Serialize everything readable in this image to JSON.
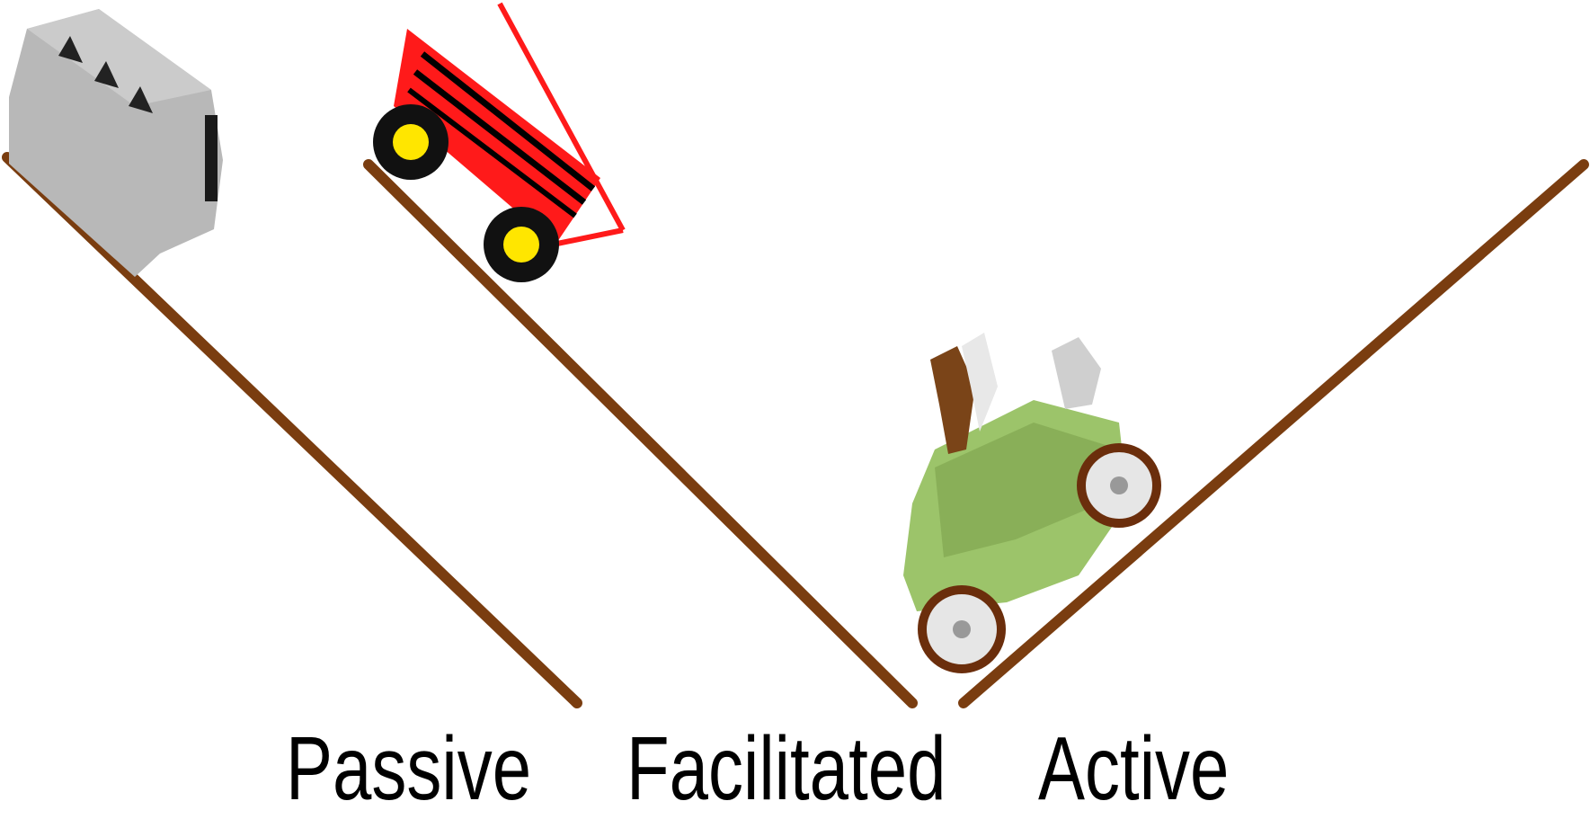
{
  "labels": {
    "passive": "Passive",
    "facilitated": "Facilitated",
    "active": "Active"
  },
  "colors": {
    "ramp": "#7a3d10",
    "box": "#b8b8b8",
    "wagon": "#ff1a1a",
    "wheel": "#111111",
    "hub": "#ffe600",
    "car": "#9cc46a",
    "car_wheel": "#6b2e0c"
  },
  "icons": [
    "gray-box-icon",
    "red-wagon-icon",
    "green-jalopy-car-icon"
  ]
}
